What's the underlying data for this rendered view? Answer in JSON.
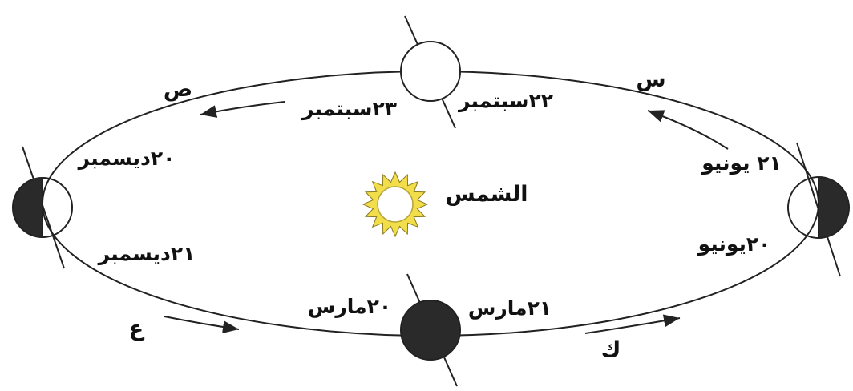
{
  "center_label": "الشمس",
  "dates": {
    "sep22": "٢٢سبتمبر",
    "sep23": "٢٣سبتمبر",
    "dec20": "٢٠ديسمبر",
    "dec21": "٢١ديسمبر",
    "mar20": "٢٠مارس",
    "mar21": "٢١مارس",
    "jun21": "٢١ يونيو",
    "jun20": "٢٠يونيو"
  },
  "arrow_labels": {
    "top_right": "س",
    "top_left": "ص",
    "bottom_left": "ع",
    "bottom_right": "ك"
  },
  "colors": {
    "line": "#222222",
    "earth_dark": "#2a2a2a",
    "earth_light": "#ffffff",
    "sun_ray": "#f2dd4a",
    "sun_core": "#ffffff"
  },
  "icons": {
    "sun": "sun-icon",
    "earth": "earth-icon"
  }
}
